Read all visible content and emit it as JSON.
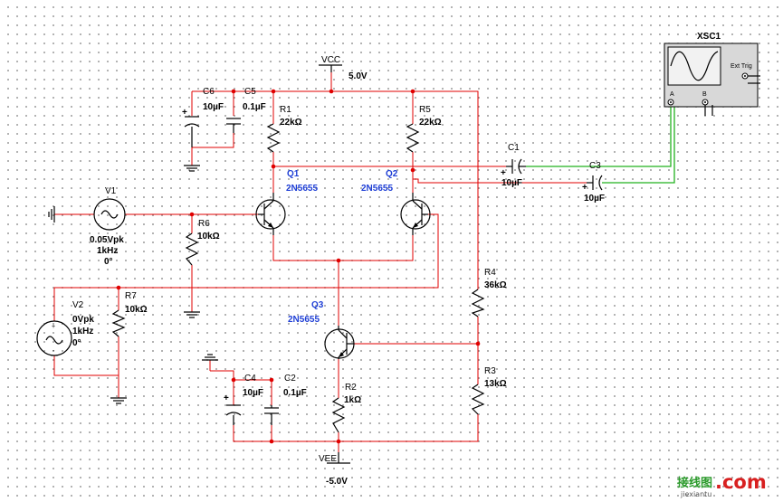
{
  "schematic": {
    "vcc": {
      "name": "VCC",
      "value": "5.0V"
    },
    "vee": {
      "name": "VEE",
      "value": "-5.0V"
    },
    "scope": {
      "ref": "XSC1",
      "ch_a": "A",
      "ch_b": "B",
      "ext_trig": "Ext Trig"
    },
    "c6": {
      "ref": "C6",
      "value": "10µF"
    },
    "c5": {
      "ref": "C5",
      "value": "0.1µF"
    },
    "r1": {
      "ref": "R1",
      "value": "22kΩ"
    },
    "r5": {
      "ref": "R5",
      "value": "22kΩ"
    },
    "c1": {
      "ref": "C1",
      "value": "10µF"
    },
    "c3": {
      "ref": "C3",
      "value": "10µF"
    },
    "q1": {
      "ref": "Q1",
      "model": "2N5655"
    },
    "q2": {
      "ref": "Q2",
      "model": "2N5655"
    },
    "q3": {
      "ref": "Q3",
      "model": "2N5655"
    },
    "v1": {
      "ref": "V1",
      "amplitude": "0.05Vpk",
      "freq": "1kHz",
      "phase": "0°"
    },
    "v2": {
      "ref": "V2",
      "amplitude": "0Vpk",
      "freq": "1kHz",
      "phase": "0°"
    },
    "r6": {
      "ref": "R6",
      "value": "10kΩ"
    },
    "r7": {
      "ref": "R7",
      "value": "10kΩ"
    },
    "r4": {
      "ref": "R4",
      "value": "36kΩ"
    },
    "r3": {
      "ref": "R3",
      "value": "13kΩ"
    },
    "r2": {
      "ref": "R2",
      "value": "1kΩ"
    },
    "c4": {
      "ref": "C4",
      "value": "10µF"
    },
    "c2": {
      "ref": "C2",
      "value": "0.1µF"
    },
    "sign_plus": "+",
    "sign_minus": "-"
  },
  "watermark": {
    "cn": "接线图",
    "dot_com": ".com",
    "pinyin": "jiexiantu"
  },
  "colors": {
    "wire": "#e00000",
    "probe_wire": "#22b21f",
    "component": "#000000",
    "part_label": "#1f3fd6"
  }
}
